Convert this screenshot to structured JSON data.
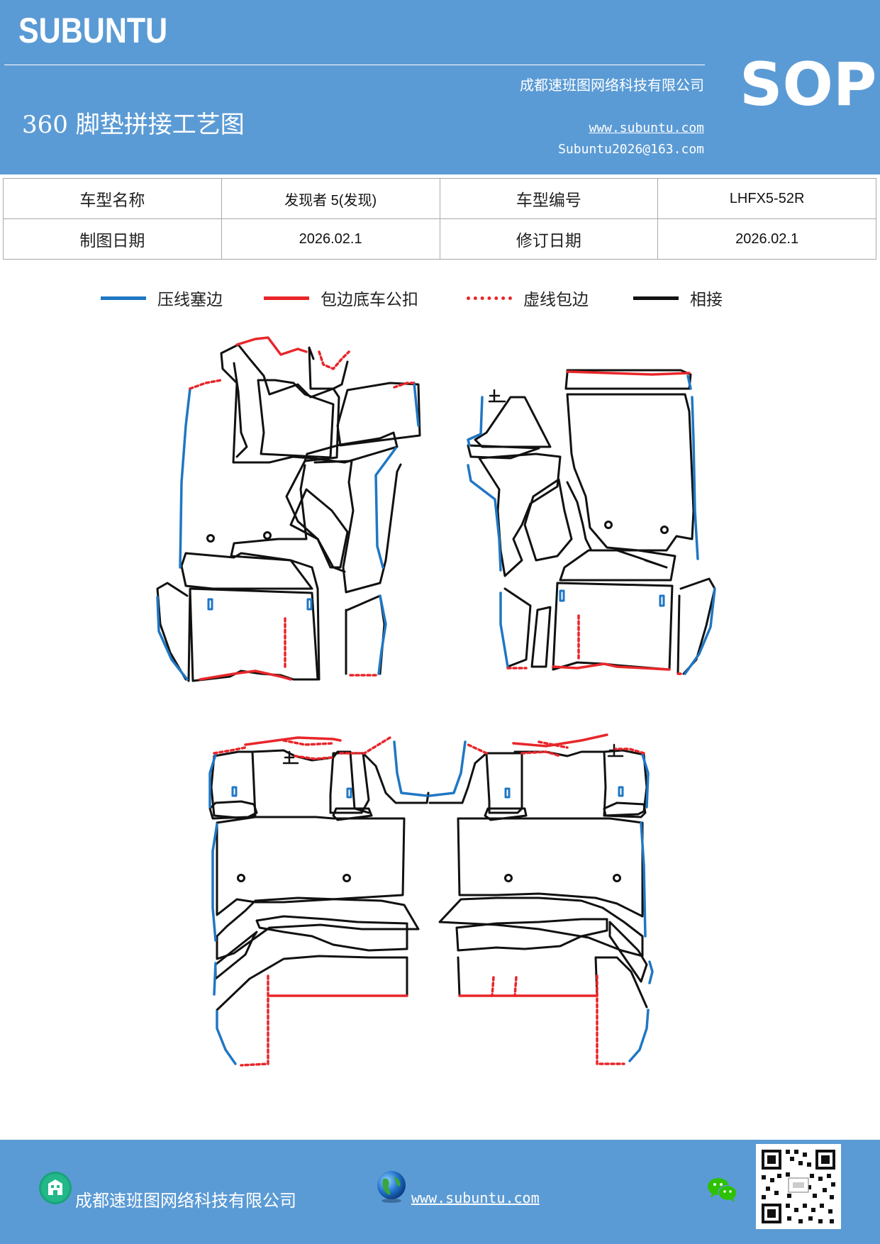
{
  "header": {
    "brand": "SUBUNTU",
    "company": "成都速班图网络科技有限公司",
    "title": "360 脚垫拼接工艺图",
    "website": "www.subuntu.com",
    "email": "Subuntu2026@163.com",
    "badge": "SOP"
  },
  "info": {
    "model_name_label": "车型名称",
    "model_name_value": "发现者 5(发现)",
    "model_code_label": "车型编号",
    "model_code_value": "LHFX5-52R",
    "draw_date_label": "制图日期",
    "draw_date_value": "2026.02.1",
    "revise_date_label": "修订日期",
    "revise_date_value": "2026.02.1"
  },
  "legend": [
    {
      "label": "压线塞边",
      "color": "#1f77c4",
      "style": "solid"
    },
    {
      "label": "包边底车公扣",
      "color": "#e8262a",
      "style": "solid"
    },
    {
      "label": "虚线包边",
      "color": "#e8262a",
      "style": "dotted"
    },
    {
      "label": "相接",
      "color": "#111111",
      "style": "solid"
    }
  ],
  "colors": {
    "brand_blue": "#5b9bd5",
    "press_line": "#1f77c4",
    "edge_red": "#e8262a",
    "joint": "#111111"
  },
  "footer": {
    "company": "成都速班图网络科技有限公司",
    "website": "www.subuntu.com",
    "icons": [
      "building-icon",
      "globe-icon",
      "wechat-icon",
      "qr-code"
    ]
  }
}
